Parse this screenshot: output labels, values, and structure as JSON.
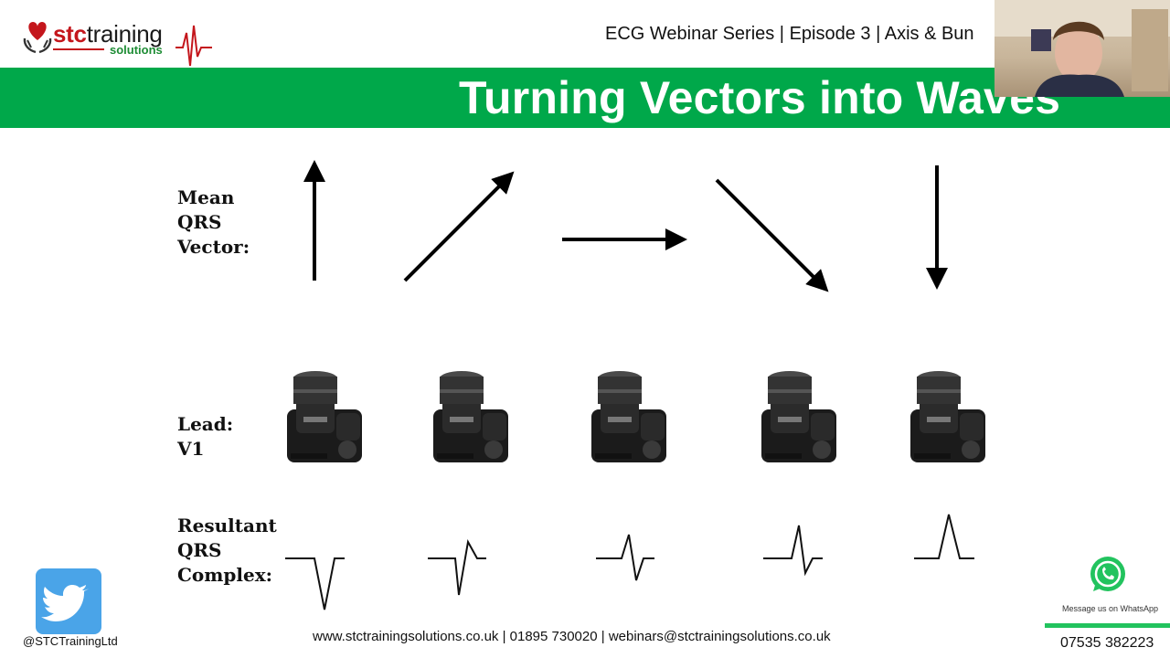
{
  "header": {
    "logo_prefix": "stc",
    "logo_main": "training",
    "logo_sub": "solutions",
    "series_title": "ECG Webinar Series | Episode 3 | Axis & Bun"
  },
  "slide": {
    "title": "Turning Vectors into Waves",
    "vector_label": [
      "Mean",
      "QRS",
      "Vector:"
    ],
    "lead_label": [
      "Lead:",
      "V1"
    ],
    "qrs_label": [
      "Resultant",
      "QRS",
      "Complex:"
    ],
    "vector_directions": [
      "up",
      "up-right",
      "right",
      "down-right",
      "down"
    ],
    "qrs_shapes": [
      "deep-negative",
      "negative-small-r",
      "biphasic",
      "positive-small-s",
      "tall-positive"
    ],
    "lead_icon": "camera-icon"
  },
  "footer": {
    "twitter_handle": "@STCTrainingLtd",
    "contact_line": "www.stctrainingsolutions.co.uk | 01895 730020 | webinars@stctrainingsolutions.co.uk",
    "whatsapp_text": "Message us on WhatsApp",
    "phone": "07535 382223"
  },
  "colors": {
    "banner_green": "#00a84a",
    "logo_red": "#c4161c",
    "twitter_blue": "#4aa4e8",
    "whatsapp_green": "#22c35e"
  }
}
